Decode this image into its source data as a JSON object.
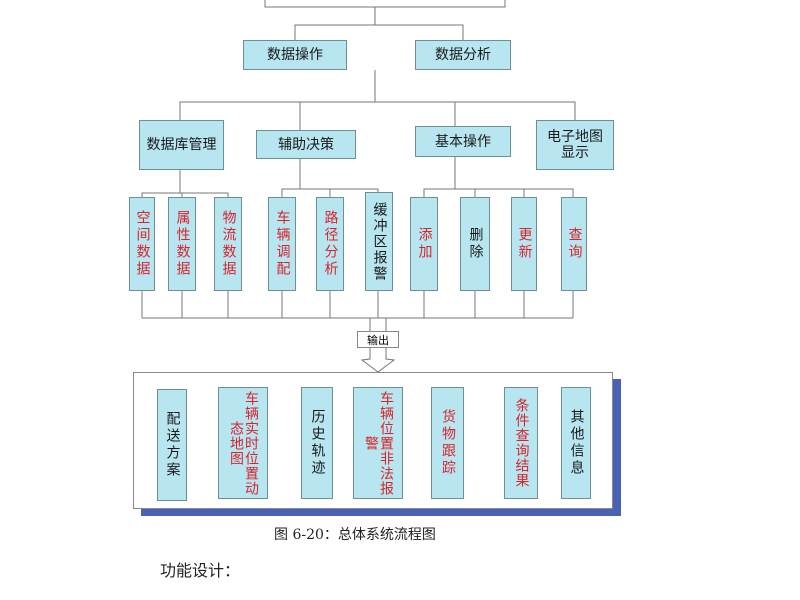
{
  "level2": {
    "data_operation": "数据操作",
    "data_analysis": "数据分析"
  },
  "level3": {
    "db_management": "数据库管理",
    "decision_support": "辅助决策",
    "basic_operation": "基本操作",
    "map_display": "电子地图显示"
  },
  "level4": {
    "spatial_data": "空间数据",
    "attribute_data": "属性数据",
    "logistics_data": "物流数据",
    "vehicle_dispatch": "车辆调配",
    "path_analysis": "路径分析",
    "buffer_alarm": "缓冲区报警",
    "add": "添加",
    "delete": "删除",
    "update": "更新",
    "query": "查询"
  },
  "output_label": "输出",
  "outputs": {
    "delivery_plan": "配送方案",
    "vehicle_realtime": "车辆实时位置动态地图",
    "history_track": "历史轨迹",
    "illegal_alarm": "车辆位置非法报警",
    "cargo_tracking": "货物跟踪",
    "query_result": "条件查询结果",
    "other_info": "其他信息"
  },
  "caption": "图 6-20：总体系统流程图",
  "body_text": "功能设计："
}
